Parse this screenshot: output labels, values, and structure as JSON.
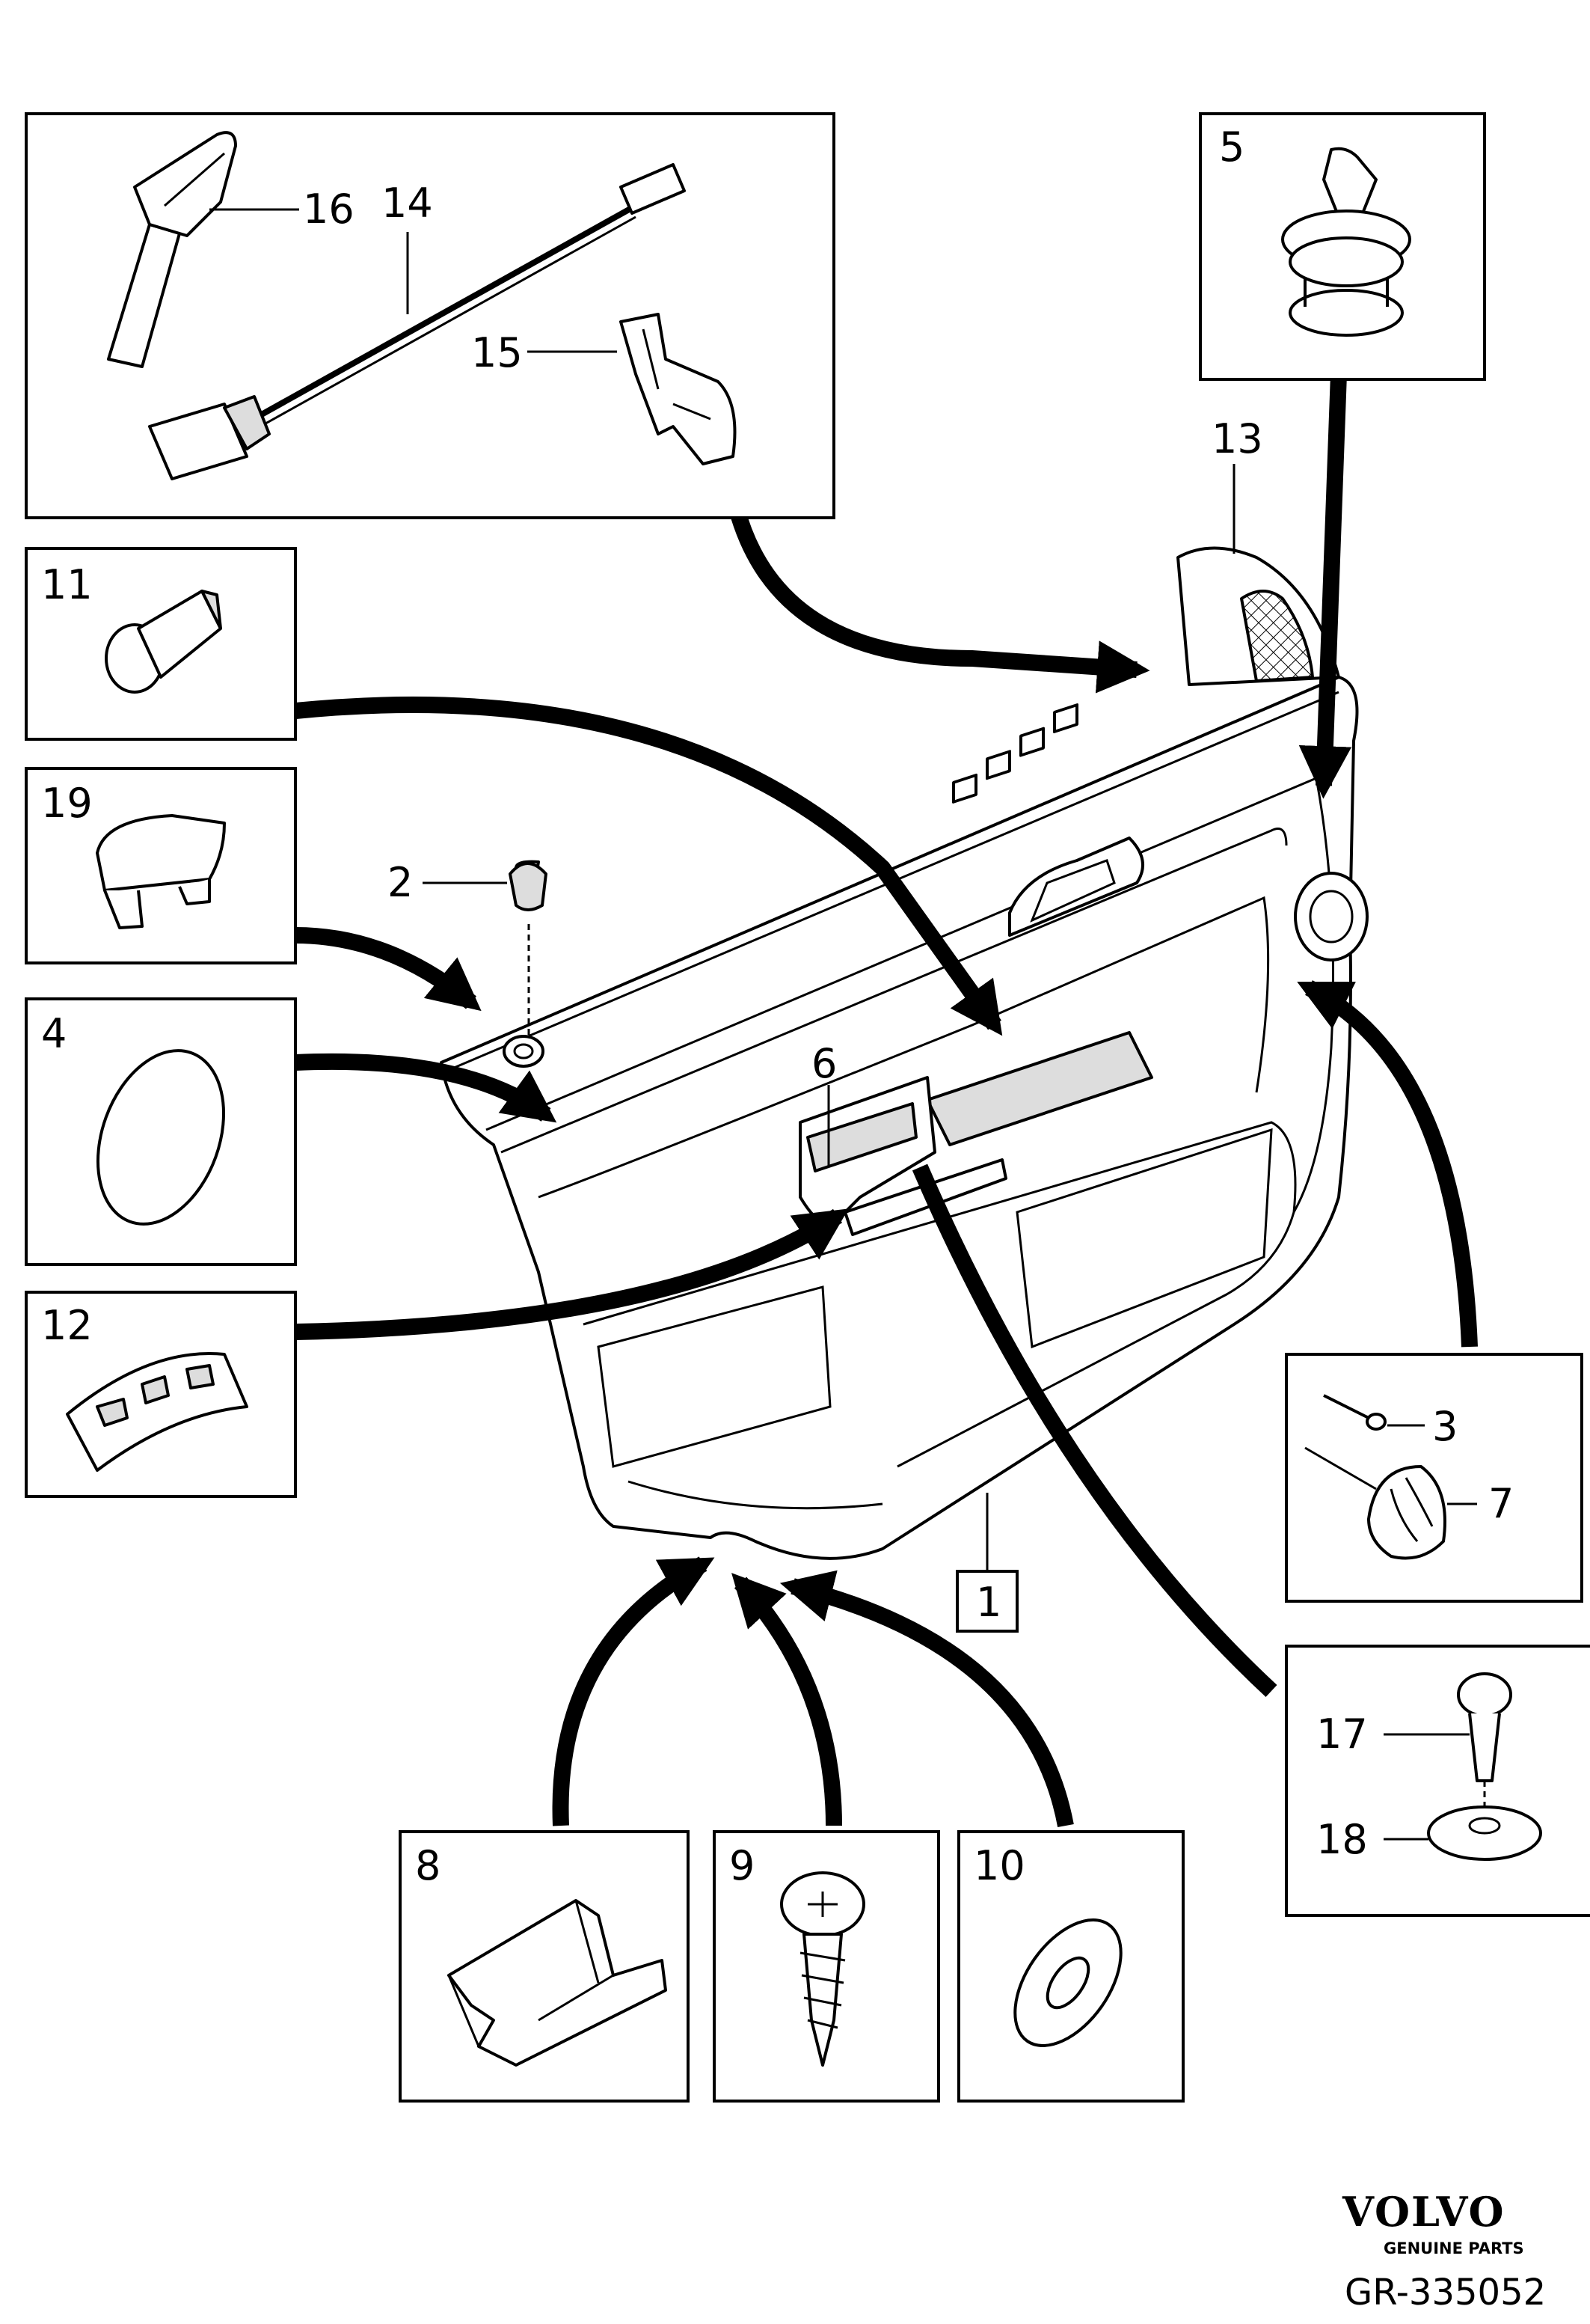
{
  "callouts": {
    "c1": "1",
    "c2": "2",
    "c3": "3",
    "c4": "4",
    "c5": "5",
    "c6": "6",
    "c7": "7",
    "c8": "8",
    "c9": "9",
    "c10": "10",
    "c11": "11",
    "c12": "12",
    "c13": "13",
    "c14": "14",
    "c15": "15",
    "c16": "16",
    "c17": "17",
    "c18": "18",
    "c19": "19"
  },
  "footer": {
    "brand": "VOLVO",
    "brand_sub": "GENUINE PARTS",
    "drawing_code": "GR-335052"
  }
}
